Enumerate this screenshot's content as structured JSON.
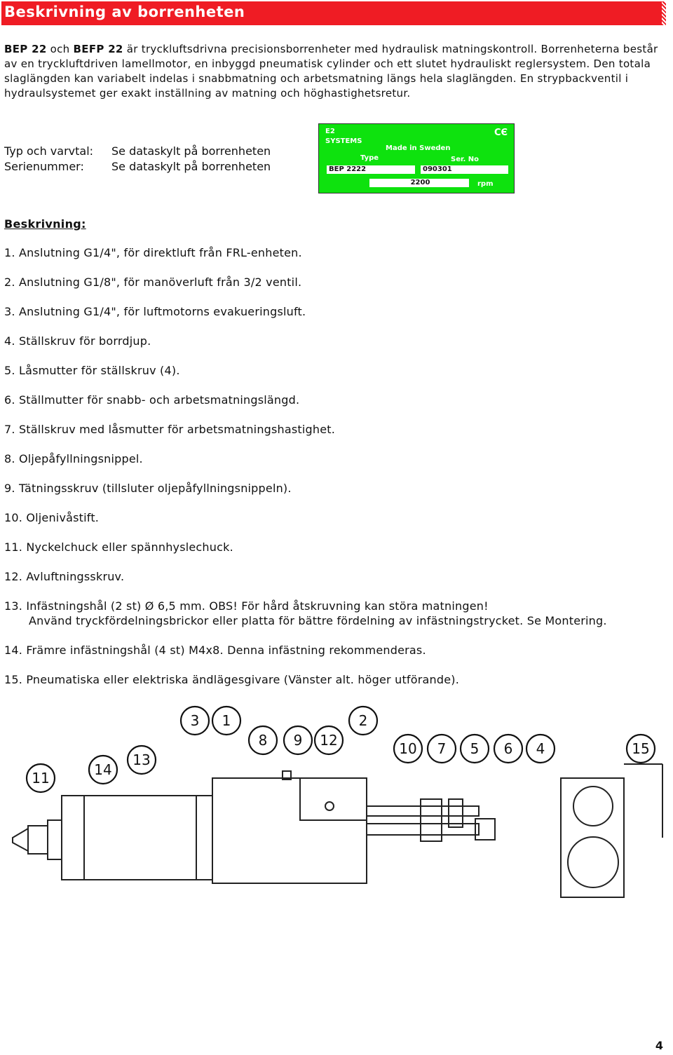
{
  "header": {
    "title": "Beskrivning av borrenheten"
  },
  "intro": {
    "b1": "BEP 22",
    "t1": " och ",
    "b2": "BEFP 22",
    "t2": " är tryckluftsdrivna precisionsborrenheter med hydraulisk matningskontroll. Borrenheterna består av en tryckluftdriven lamellmotor, en inbyggd pneumatisk cylinder och ett slutet hydrauliskt reglersystem. Den totala slaglängden kan variabelt indelas i snabbmatning och arbetsmatning längs hela slaglängden. En strypbackventil i hydraulsystemet ger exakt inställning av matning och höghastighetsretur."
  },
  "info": {
    "type_label": "Typ och varvtal:",
    "type_value": "Se dataskylt på borrenheten",
    "serial_label": "Serienummer:",
    "serial_value": "Se dataskylt på borrenheten"
  },
  "plate": {
    "brand1": "E2",
    "brand2": "SYSTEMS",
    "ce": "CЄ",
    "made": "Made in Sweden",
    "type_label": "Type",
    "ser_label": "Ser. No",
    "type_value": "BEP 2222",
    "ser_value": "090301",
    "rpm_value": "2200",
    "rpm_label": "rpm",
    "color": "#0ee20e"
  },
  "section_title": "Beskrivning:",
  "items": [
    "1. Anslutning G1/4\", för direktluft från FRL-enheten.",
    "2. Anslutning G1/8\", för manöverluft från 3/2 ventil.",
    "3. Anslutning G1/4\", för luftmotorns evakueringsluft.",
    "4. Ställskruv för borrdjup.",
    "5. Låsmutter för ställskruv (4).",
    "6. Ställmutter för snabb- och arbetsmatningslängd.",
    "7. Ställskruv med låsmutter för arbetsmatningshastighet.",
    "8. Oljepåfyllningsnippel.",
    "9. Tätningsskruv (tillsluter oljepåfyllningsnippeln).",
    "10. Oljenivåstift.",
    "11. Nyckelchuck eller spännhyslechuck.",
    "12. Avluftningsskruv.",
    "13. Infästningshål (2 st) Ø 6,5 mm. OBS! För hård åtskruvning kan störa matningen!",
    "Använd tryckfördelningsbrickor eller platta för bättre fördelning av infästningstrycket. Se Montering.",
    "14. Främre infästningshål (4 st) M4x8. Denna infästning rekommenderas.",
    "15. Pneumatiska eller elektriska ändlägesgivare (Vänster alt. höger utförande)."
  ],
  "callouts": [
    "3",
    "1",
    "2",
    "8",
    "9",
    "12",
    "10",
    "7",
    "5",
    "6",
    "4",
    "15",
    "11",
    "14",
    "13"
  ],
  "page_number": "4"
}
